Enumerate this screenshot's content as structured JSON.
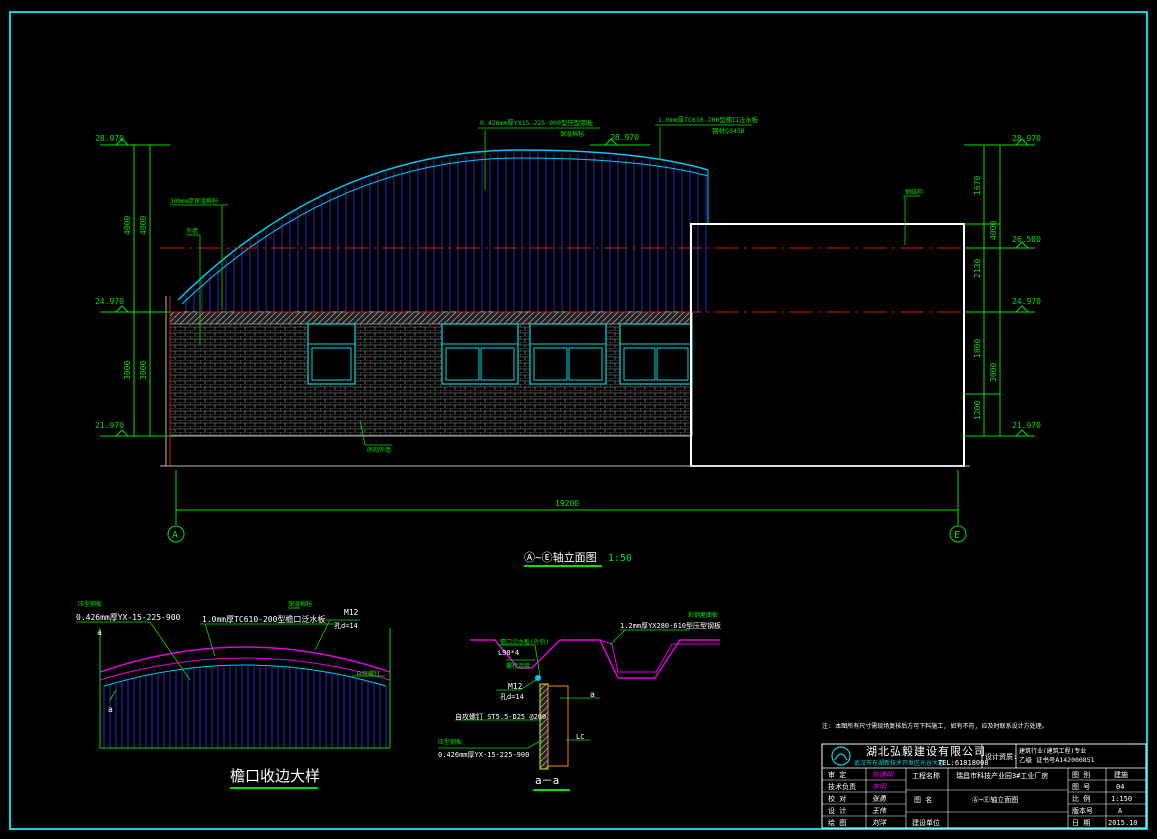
{
  "colors": {
    "frame": "#00d8e0",
    "dim": "#00e000",
    "roof": "#1e2bd8",
    "arc": "#00c8ff",
    "axis": "#d01818",
    "wall": "#b8b8b8",
    "window": "#00d8e0",
    "white": "#ffffff",
    "magenta": "#e000e0",
    "yellow": "#e8e800",
    "orange": "#ff8a00"
  },
  "elevation": {
    "levels": {
      "top": "28.970",
      "mid_top": "28.970",
      "mid": "24.970",
      "bottom": "21.970",
      "right_mid": "26.500"
    },
    "left_dims": [
      "4000",
      "4000",
      "3000",
      "3000"
    ],
    "right_dims": [
      "1670",
      "4000",
      "2130",
      "1800",
      "3000",
      "1200"
    ],
    "total_width": "19200",
    "axis_a": "A",
    "axis_e": "E",
    "callouts": {
      "roof_panel": "0.426mm厚YX15-225-900型压型钢板",
      "roof_sub": "保温棉毡",
      "gutter": "1.0mm厚TC610-200型檐口泛水板",
      "gutter_sub": "钢材Q345B",
      "eave": "300mm厚保温棉毡",
      "wall_left": "外墙",
      "wall_brick": "砖砌外墙",
      "right_note": "钢结构"
    },
    "title_prefix": "Ⓐ~Ⓔ轴立面图",
    "title_scale": "1:50"
  },
  "eave_detail": {
    "label_panel_top": "压型钢板",
    "label_panel": "0.426mm厚YX-15-225-900",
    "label_flash": "1.0mm厚TC610-200型檐口泛水板",
    "label_insul": "保温棉毡",
    "bolt": "M12",
    "bolt_d": "孔d=14",
    "side_label": "自攻螺钉",
    "mark_a": "a",
    "title": "檐口收边大样"
  },
  "section": {
    "label_gutter": "檐口泛水板(外包)",
    "label_size": "L90*4",
    "label_bolt_top": "螺栓连接",
    "label_panel": "1.2mm厚YX280-610型压型钢板",
    "label_panel_top": "彩钢屋面板",
    "bolt": "M12",
    "bolt_d": "孔d=14",
    "screw": "自攻螺钉 ST5.5-D25 @200",
    "panel_bottom_top": "压型钢板",
    "panel_bottom": "0.426mm厚YX-15-225-900",
    "mark": "a",
    "lc": "LC",
    "title": "a－a"
  },
  "note": "注: 本图所有尺寸需现场复核后方可下料施工, 如有不符, 应及时联系设计方处理。",
  "titleblock": {
    "company": "湖北弘毅建设有限公司",
    "company_sub": "武汉市东湖新技术开发区光谷大道",
    "phone": "TEL:61818008",
    "cert_label": "设计资质:",
    "cert_lines": [
      "建筑行业(建筑工程)专业",
      "乙级 证书号A142000851"
    ],
    "rows_left": [
      "审 定",
      "技术负责",
      "校 对",
      "设 计",
      "绘 图"
    ],
    "signs": [
      "陈建明",
      "李明",
      "张勇",
      "王伟",
      "刘洋"
    ],
    "project_label": "工程名称",
    "project": "瑞昌市科技产业园3#工业厂房",
    "drawing_label": "图 名",
    "drawing": "Ⓐ~Ⓔ轴立面图",
    "owner_label": "建设单位",
    "right_labels": [
      "图 别",
      "图 号",
      "比 例",
      "版本号",
      "日 期"
    ],
    "right_values": [
      "建施",
      "04",
      "1:150",
      "A",
      "2015.10"
    ]
  }
}
